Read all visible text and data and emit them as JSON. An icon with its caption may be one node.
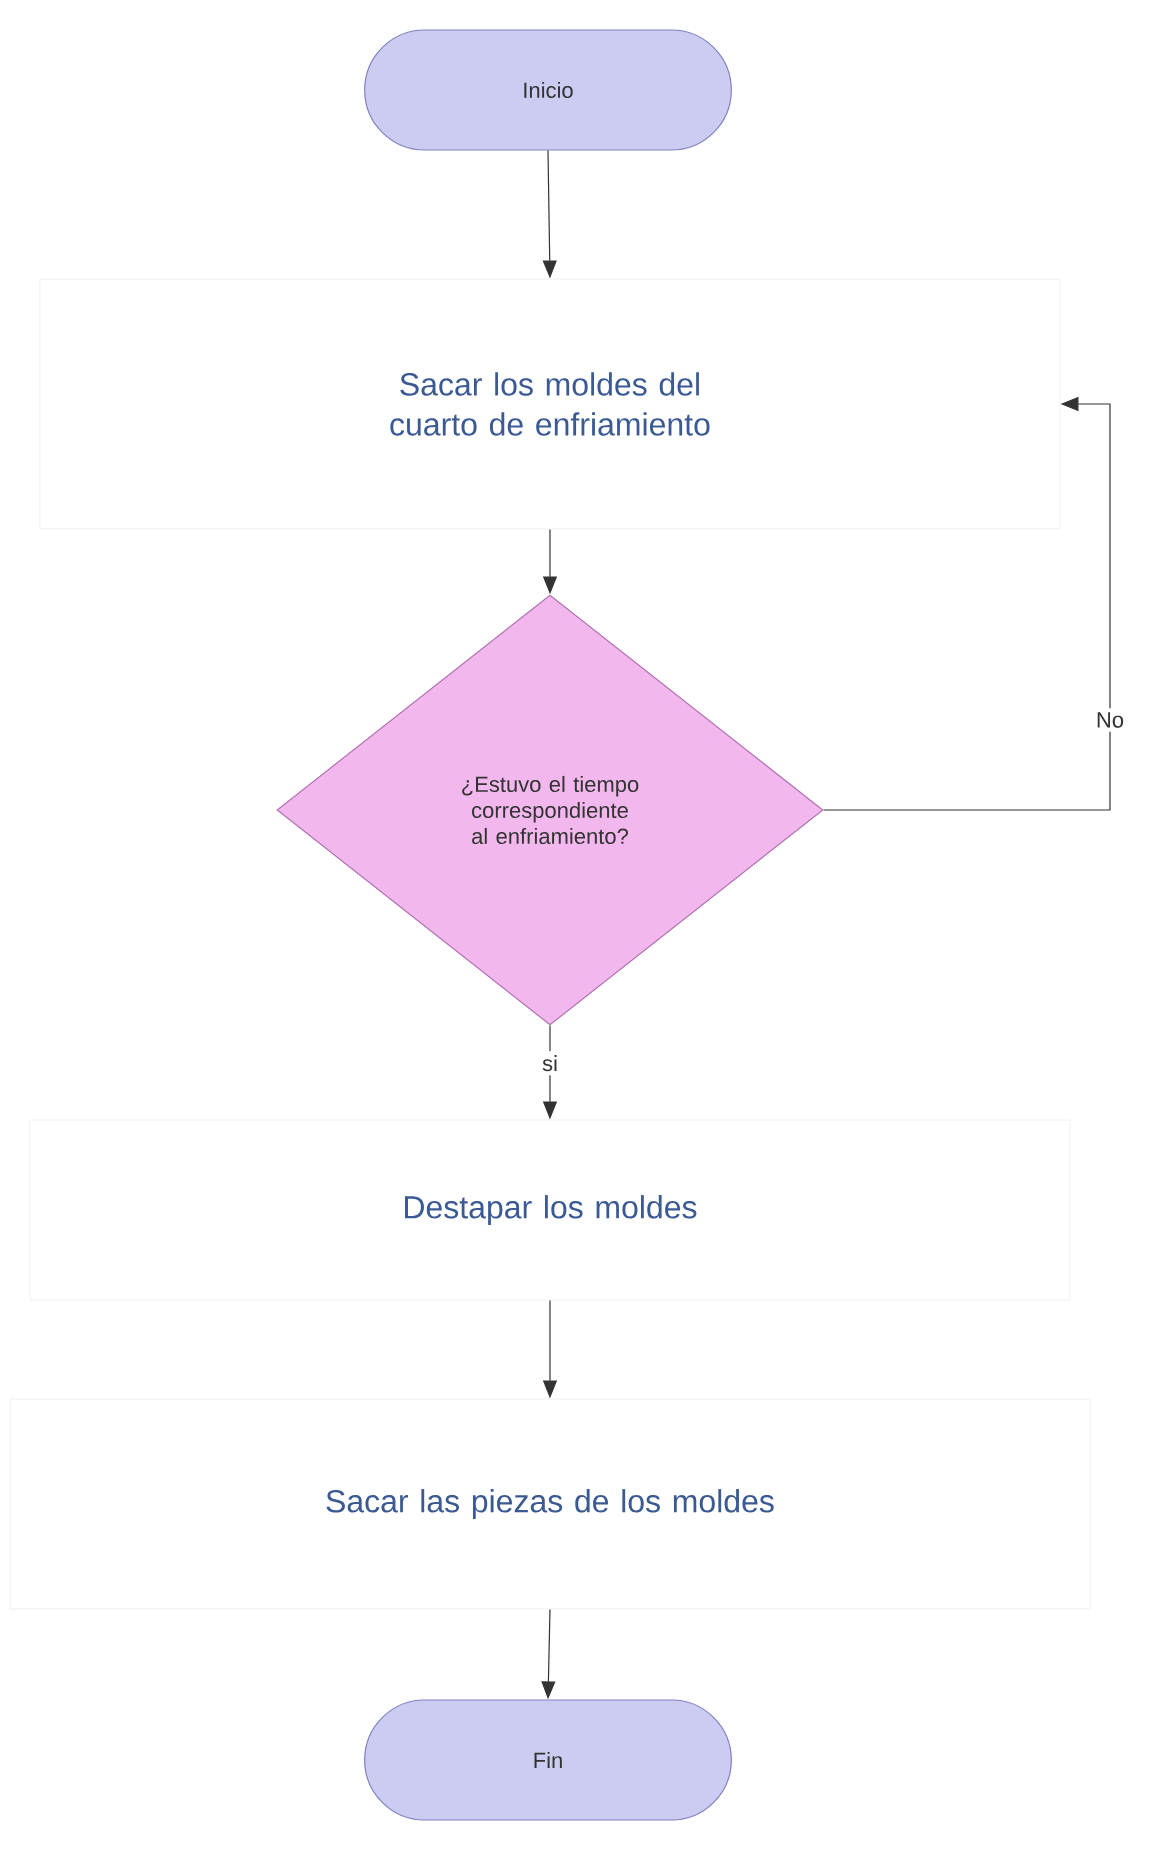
{
  "diagram": {
    "nodes": [
      {
        "text": [
          "Inicio"
        ]
      },
      {
        "text": [
          "Sacar los moldes del cuarto de enfriamiento"
        ]
      },
      {
        "text": [
          "¿Estuvo el tiempo correspondiente al enfriamiento?"
        ]
      },
      {
        "text": [
          "Destapar los moldes"
        ]
      },
      {
        "text": [
          "Sacar las piezas de los moldes"
        ]
      },
      {
        "text": [
          "Fin"
        ]
      }
    ],
    "edges": [
      {
        "from": 0,
        "to": 1,
        "arrow": "to"
      },
      {
        "from": 1,
        "to": 2,
        "arrow": "to"
      },
      {
        "from": 2,
        "to": 1,
        "arrow": "to",
        "label": "No"
      },
      {
        "from": 2,
        "to": 3,
        "arrow": "to",
        "label": "si"
      },
      {
        "from": 3,
        "to": 4,
        "arrow": "to"
      },
      {
        "from": 4,
        "to": 5,
        "arrow": "to"
      }
    ]
  }
}
